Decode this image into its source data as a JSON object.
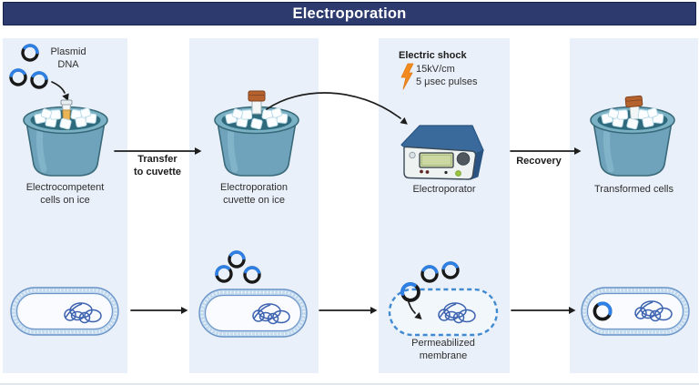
{
  "title": "Electroporation",
  "panels": {
    "step1": {
      "plasmid_label": "Plasmid\nDNA",
      "caption": "Electrocompetent\ncells on ice"
    },
    "step2": {
      "caption": "Electroporation\ncuvette on ice"
    },
    "step3": {
      "shock_heading": "Electric shock",
      "shock_voltage": "15kV/cm",
      "shock_pulses": "5 μsec pulses",
      "caption": "Electroporator"
    },
    "step4": {
      "caption": "Transformed cells"
    }
  },
  "arrows": {
    "transfer_label": "Transfer\nto cuvette",
    "recovery_label": "Recovery"
  },
  "bottom_row": {
    "permeabilized_label": "Permeabilized\nmembrane"
  },
  "icons": {
    "plasmid": "black ring with blue arc",
    "ice_bucket": "teal bucket filled with ice cubes",
    "microtube": "tube with amber liquid in ice",
    "cuvette": "orange-capped electroporation cuvette",
    "electroporator": "blue bench-top device with green LCD and knob",
    "lightning_bolt": "orange zigzag bolt",
    "bacterial_cell": "blue capsule with genomic DNA tangle",
    "permeabilized_cell": "dashed blue capsule",
    "arrow": "black process arrow"
  },
  "colors": {
    "title_bar_bg": "#2d3a6e",
    "title_text": "#ffffff",
    "panel_bg": "#eaf0f9",
    "plasmid_ring_black": "#191919",
    "plasmid_arc_blue": "#2f80e4",
    "bolt_orange": "#f28a1e",
    "bucket_body": "#6fa3bc",
    "bucket_rim": "#7ab1c5",
    "bucket_interior": "#2e6a7c",
    "cuvette_cap_orange": "#b5622f",
    "tube_liquid_amber": "#e9b356",
    "device_top_blue": "#3a6a9c",
    "device_face": "#eef3f2",
    "lcd_green": "#ccd8a2",
    "led_green": "#9bc341",
    "cell_membrane_blue": "#6b94c8",
    "cell_band_blue": "#c3daee",
    "genomic_dna_blue": "#3d63b0",
    "arrow_black": "#1d1d1d"
  }
}
